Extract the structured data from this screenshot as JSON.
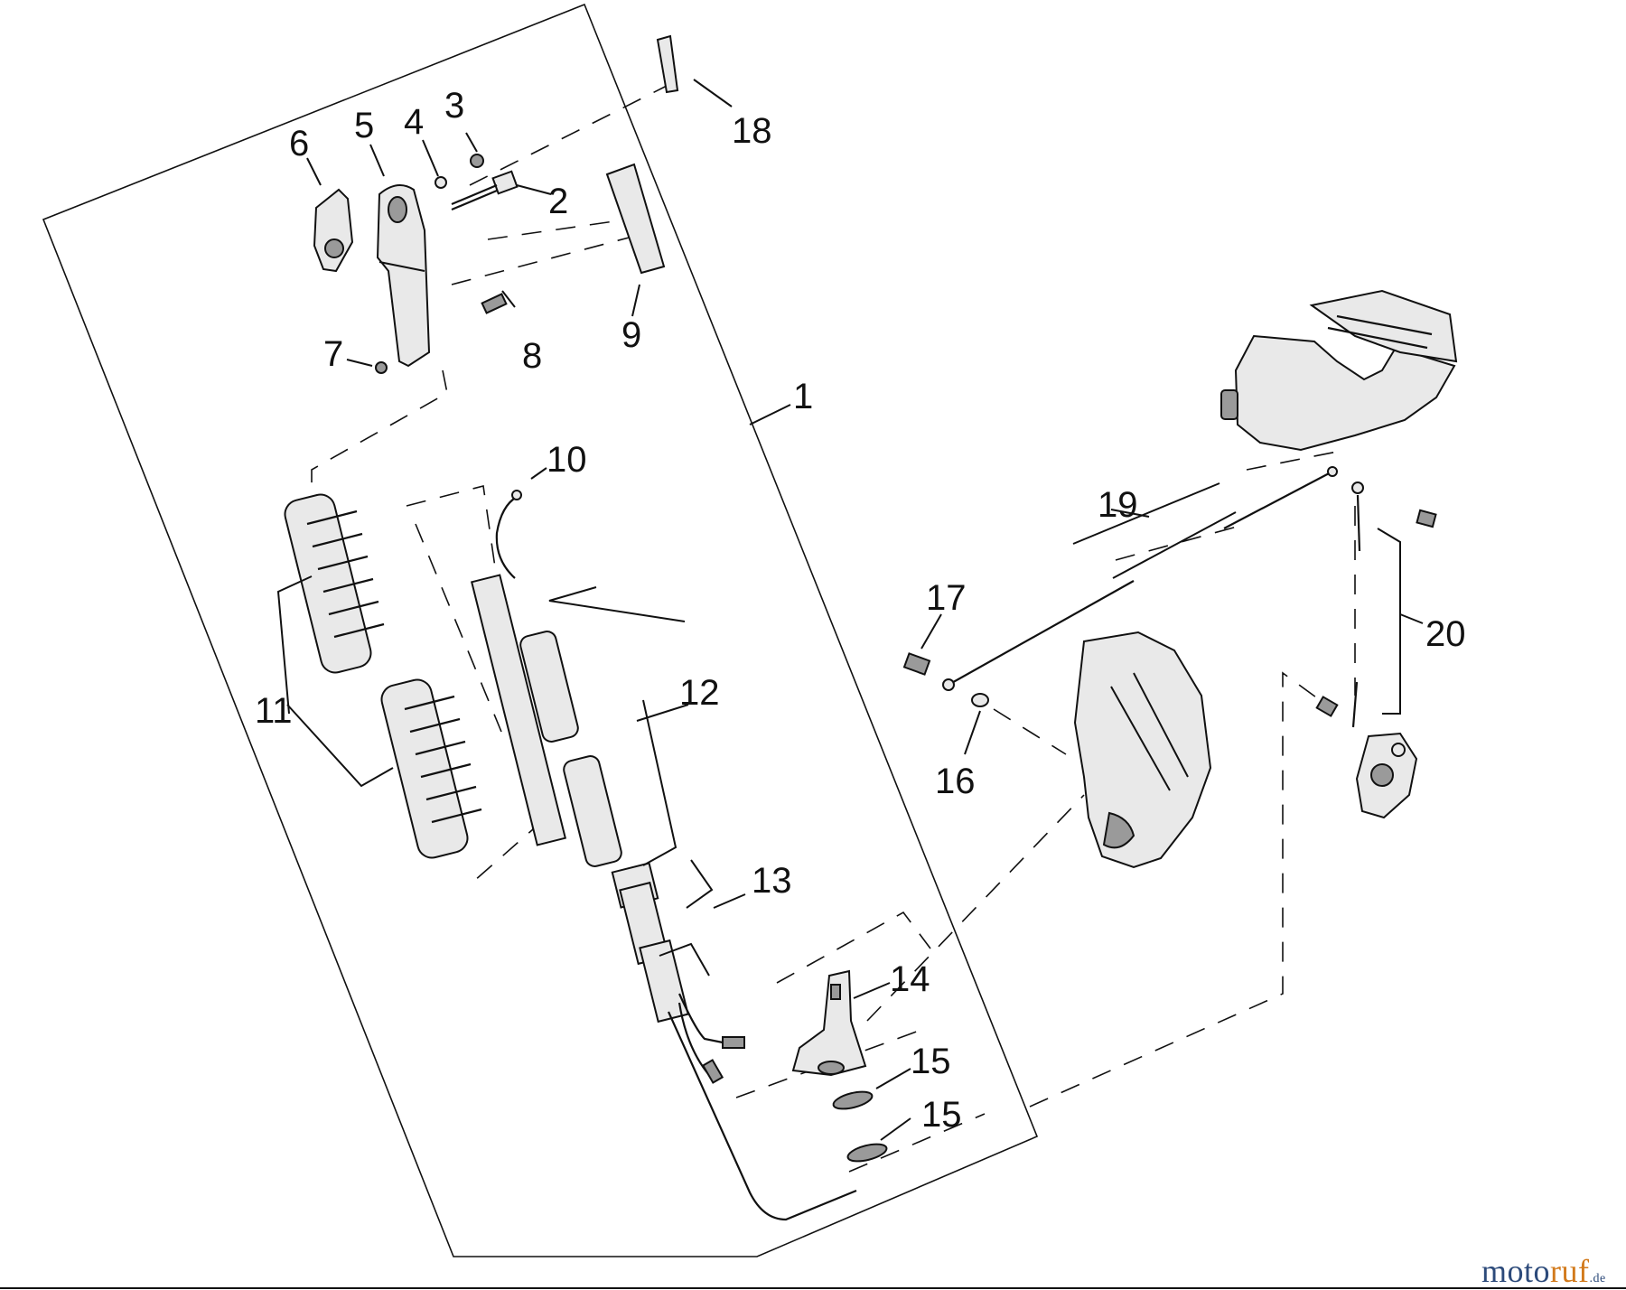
{
  "diagram": {
    "callouts": [
      {
        "id": "1",
        "label": "1"
      },
      {
        "id": "2",
        "label": "2"
      },
      {
        "id": "3",
        "label": "3"
      },
      {
        "id": "4",
        "label": "4"
      },
      {
        "id": "5",
        "label": "5"
      },
      {
        "id": "6",
        "label": "6"
      },
      {
        "id": "7",
        "label": "7"
      },
      {
        "id": "8",
        "label": "8"
      },
      {
        "id": "9",
        "label": "9"
      },
      {
        "id": "10",
        "label": "10"
      },
      {
        "id": "11",
        "label": "11"
      },
      {
        "id": "12",
        "label": "12"
      },
      {
        "id": "13",
        "label": "13"
      },
      {
        "id": "14",
        "label": "14"
      },
      {
        "id": "15a",
        "label": "15"
      },
      {
        "id": "15b",
        "label": "15"
      },
      {
        "id": "16",
        "label": "16"
      },
      {
        "id": "17",
        "label": "17"
      },
      {
        "id": "18",
        "label": "18"
      },
      {
        "id": "19",
        "label": "19"
      },
      {
        "id": "20",
        "label": "20"
      }
    ]
  },
  "watermark": {
    "part1": "moto",
    "part2": "ruf",
    "part3": ".de"
  }
}
